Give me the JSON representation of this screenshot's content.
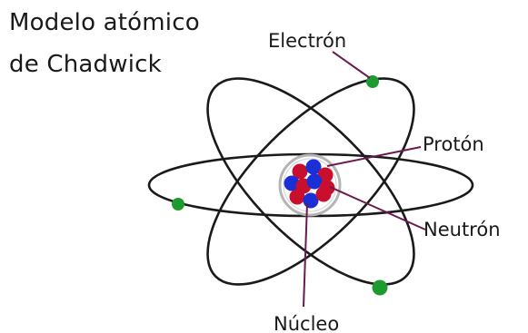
{
  "title": {
    "line1": "Modelo atómico",
    "line2": "de Chadwick"
  },
  "labels": {
    "electron": "Electrón",
    "proton": "Protón",
    "neutron": "Neutrón",
    "nucleus": "Núcleo"
  },
  "colors": {
    "orbit": "#1a1a1a",
    "electron": "#1f9a2e",
    "proton": "#c8102e",
    "neutron": "#1a2fd6",
    "leader_line": "#6a1b4d",
    "nucleus_ring": "#b5b5b5"
  }
}
